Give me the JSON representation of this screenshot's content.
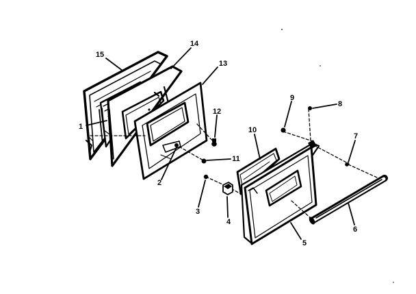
{
  "colors": {
    "ink": "#000000",
    "paper": "#ffffff"
  },
  "callouts": [
    {
      "id": "1",
      "text": "1"
    },
    {
      "id": "2",
      "text": "2"
    },
    {
      "id": "3",
      "text": "3"
    },
    {
      "id": "4",
      "text": "4"
    },
    {
      "id": "5",
      "text": "5"
    },
    {
      "id": "6",
      "text": "6"
    },
    {
      "id": "7",
      "text": "7"
    },
    {
      "id": "8",
      "text": "8"
    },
    {
      "id": "9",
      "text": "9"
    },
    {
      "id": "10",
      "text": "10"
    },
    {
      "id": "11",
      "text": "11"
    },
    {
      "id": "12",
      "text": "12"
    },
    {
      "id": "13",
      "text": "13"
    },
    {
      "id": "14",
      "text": "14"
    },
    {
      "id": "15",
      "text": "15"
    }
  ]
}
